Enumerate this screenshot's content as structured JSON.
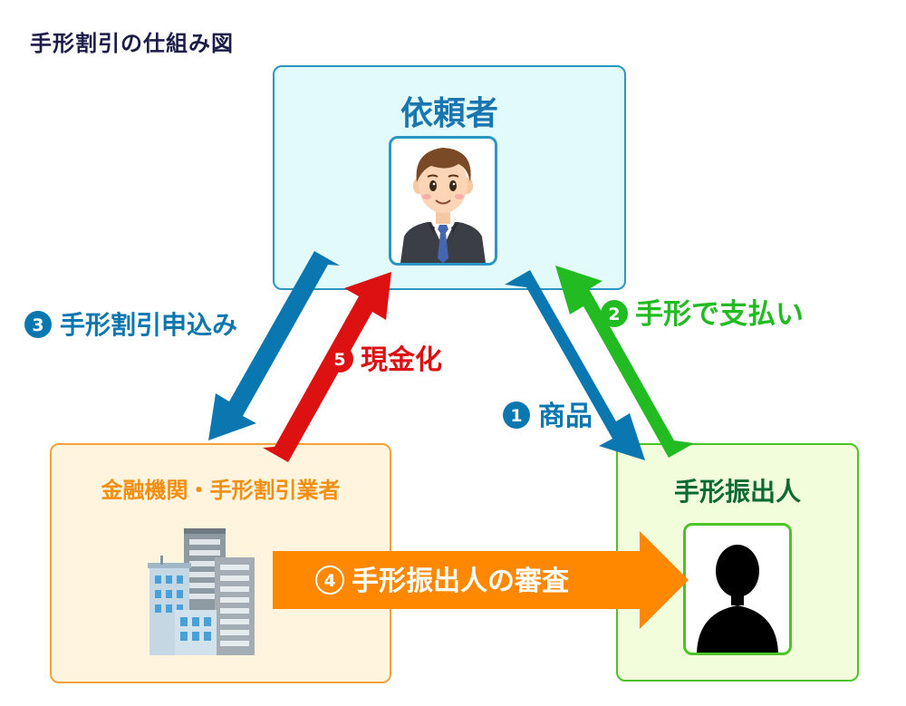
{
  "title": "手形割引の仕組み図",
  "nodes": {
    "requester": {
      "label": "依頼者"
    },
    "financial": {
      "label": "金融機関・手形割引業者"
    },
    "drawer": {
      "label": "手形振出人"
    }
  },
  "steps": [
    {
      "id": "1",
      "number": "1",
      "label": "商品",
      "color": "#0a77b0"
    },
    {
      "id": "2",
      "number": "2",
      "label": "手形で支払い",
      "color": "#22bb22"
    },
    {
      "id": "3",
      "number": "3",
      "label": "手形割引申込み",
      "color": "#0a77b0"
    },
    {
      "id": "4",
      "number": "4",
      "label": "手形振出人の審査",
      "color": "#ff8800"
    },
    {
      "id": "5",
      "number": "5",
      "label": "現金化",
      "color": "#dd1111"
    }
  ]
}
